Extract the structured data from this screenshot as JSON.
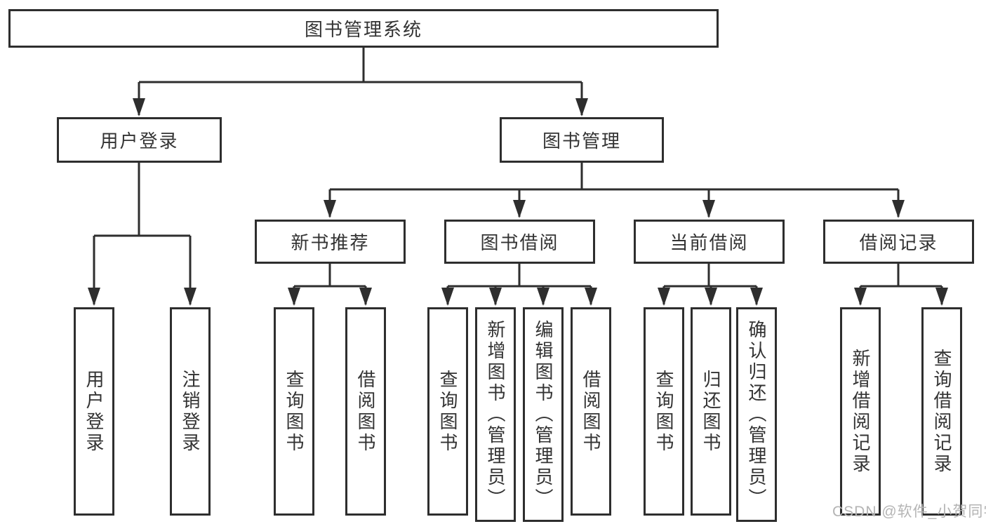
{
  "colors": {
    "line": "#2e2e2e",
    "box_border": "#2e2e2e",
    "box_background": "#ffffff",
    "text": "#333333",
    "watermark": "#b4b4b4"
  },
  "watermark": {
    "text": "CSDN @软件_小贺同学"
  },
  "tree": {
    "root": {
      "label": "图书管理系统",
      "children": [
        {
          "label": "用户登录",
          "children": [
            {
              "label": "用户登录"
            },
            {
              "label": "注销登录"
            }
          ]
        },
        {
          "label": "图书管理",
          "children": [
            {
              "label": "新书推荐",
              "children": [
                {
                  "label": "查询图书"
                },
                {
                  "label": "借阅图书"
                }
              ]
            },
            {
              "label": "图书借阅",
              "children": [
                {
                  "label": "查询图书"
                },
                {
                  "label": "新增图书（管理员）"
                },
                {
                  "label": "编辑图书（管理员）"
                },
                {
                  "label": "借阅图书"
                }
              ]
            },
            {
              "label": "当前借阅",
              "children": [
                {
                  "label": "查询图书"
                },
                {
                  "label": "归还图书"
                },
                {
                  "label": "确认归还（管理员）"
                }
              ]
            },
            {
              "label": "借阅记录",
              "children": [
                {
                  "label": "新增借阅记录"
                },
                {
                  "label": "查询借阅记录"
                }
              ]
            }
          ]
        }
      ]
    }
  }
}
